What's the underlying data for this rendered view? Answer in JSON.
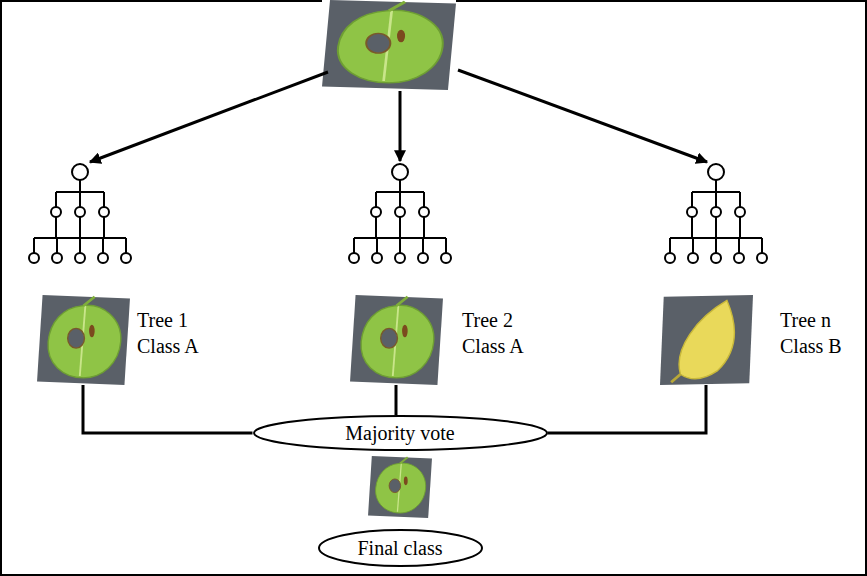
{
  "diagram": {
    "nodes": [
      {
        "text": [
          "Tree 1 Class A"
        ]
      },
      {
        "text": [
          "Tree 2 Class A"
        ]
      },
      {
        "text": [
          "Tree n Class B"
        ]
      },
      {
        "text": [
          "Majority vote"
        ]
      },
      {
        "text": [
          "Final class"
        ]
      }
    ],
    "edges": [
      {
        "from": 0,
        "to": 3,
        "arrow": "none"
      },
      {
        "from": 1,
        "to": 3,
        "arrow": "none"
      },
      {
        "from": 2,
        "to": 3,
        "arrow": "none"
      }
    ]
  }
}
